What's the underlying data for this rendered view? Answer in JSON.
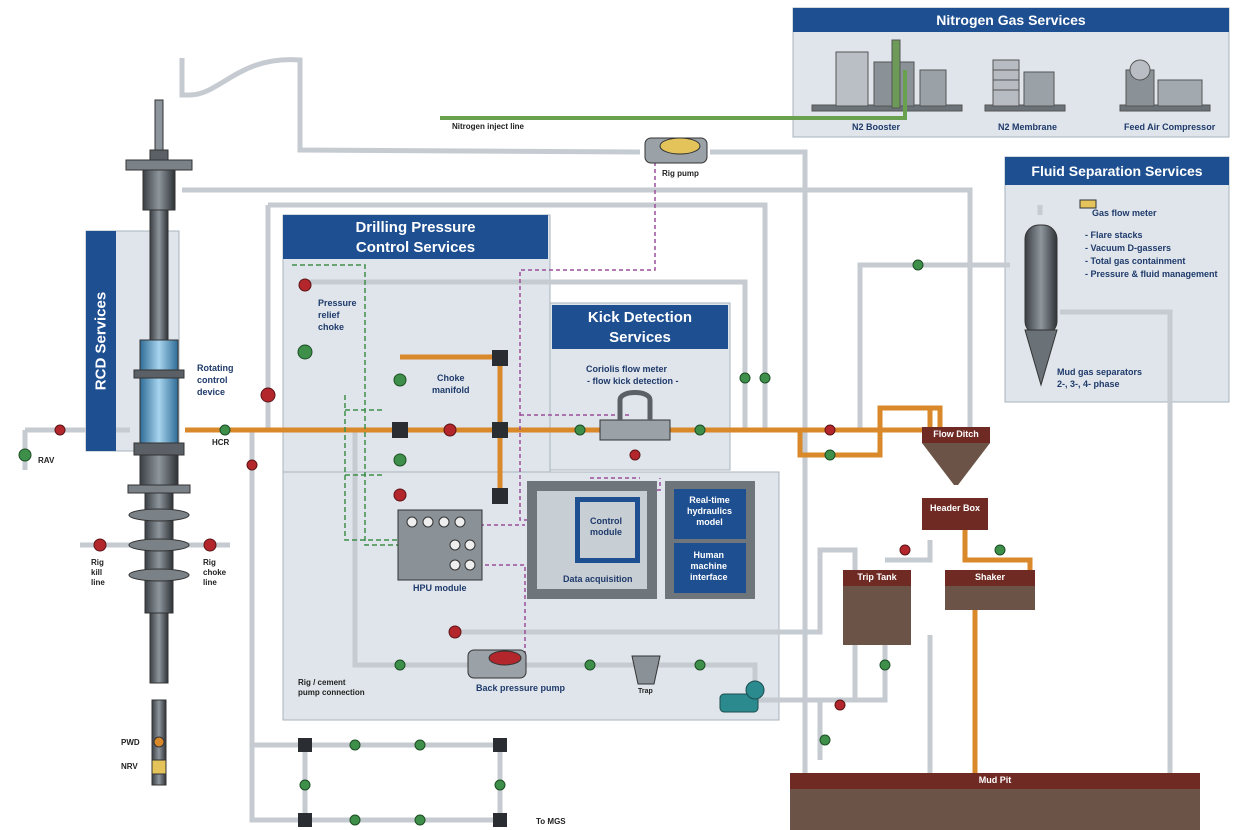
{
  "panels": {
    "nitrogen": {
      "title": "Nitrogen Gas Services",
      "labels": {
        "booster": "N2 Booster",
        "membrane": "N2 Membrane",
        "compressor": "Feed Air Compressor"
      }
    },
    "fluid_separation": {
      "title": "Fluid Separation Services",
      "gas_flow_meter": "Gas flow meter",
      "bullets": [
        "- Flare stacks",
        "- Vacuum D-gassers",
        "- Total gas containment",
        "- Pressure & fluid management"
      ],
      "separators_line1": "Mud gas separators",
      "separators_line2": "2-, 3-, 4- phase"
    },
    "rcd": {
      "title": "RCD Services"
    },
    "dpc": {
      "title_line1": "Drilling Pressure",
      "title_line2": "Control Services"
    },
    "kick": {
      "title_line1": "Kick Detection",
      "title_line2": "Services",
      "meter_line1": "Coriolis flow meter",
      "meter_line2": "- flow kick detection -"
    }
  },
  "labels": {
    "nitrogen_inject": "Nitrogen inject line",
    "rig_pump": "Rig pump",
    "rotating_line1": "Rotating",
    "rotating_line2": "control",
    "rotating_line3": "device",
    "pressure_line1": "Pressure",
    "pressure_line2": "relief",
    "pressure_line3": "choke",
    "choke_line1": "Choke",
    "choke_line2": "manifold",
    "hcr": "HCR",
    "rav": "RAV",
    "rig_kill_1": "Rig",
    "rig_kill_2": "kill",
    "rig_kill_3": "line",
    "rig_choke_1": "Rig",
    "rig_choke_2": "choke",
    "rig_choke_3": "line",
    "hpu": "HPU module",
    "control_1": "Control",
    "control_2": "module",
    "data_acq": "Data acquisition",
    "rth_1": "Real-time",
    "rth_2": "hydraulics",
    "rth_3": "model",
    "hmi_1": "Human",
    "hmi_2": "machine",
    "hmi_3": "interface",
    "rig_cement_1": "Rig / cement",
    "rig_cement_2": "pump connection",
    "bpp": "Back pressure pump",
    "trap": "Trap",
    "pwd": "PWD",
    "nrv": "NRV",
    "to_mgs": "To MGS",
    "flow_ditch": "Flow Ditch",
    "header_box": "Header Box",
    "trip_tank": "Trip Tank",
    "shaker": "Shaker",
    "mud_pit": "Mud Pit"
  },
  "colors": {
    "panel_header": "#1e4f91",
    "pipe_grey": "#c5cbd1",
    "pipe_orange": "#d9882a",
    "pipe_green": "#5a9a46",
    "tank_brown": "#6f2a24",
    "valve_red": "#b3262b",
    "valve_green": "#3e8f4a"
  }
}
